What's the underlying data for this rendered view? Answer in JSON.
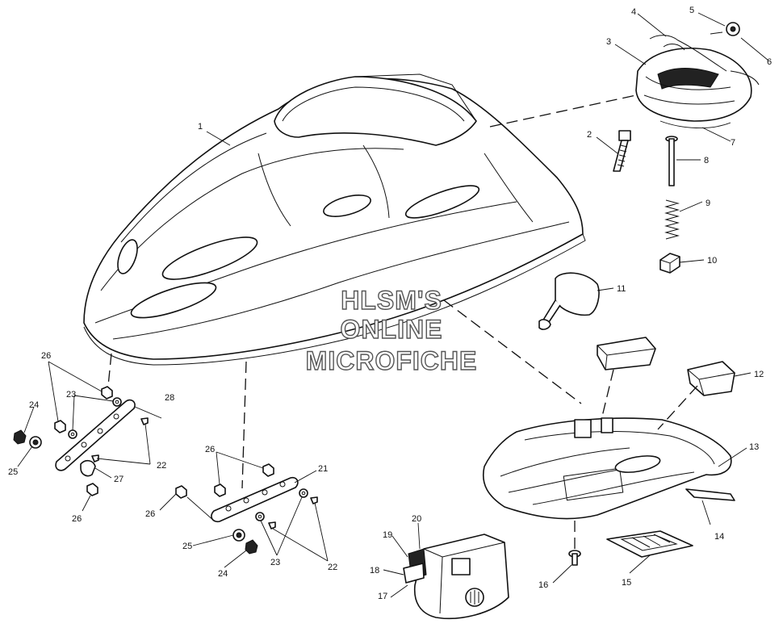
{
  "watermark": {
    "line1": "HLSM'S",
    "line2": "ONLINE",
    "line3": "MICROFICHE"
  },
  "callouts": [
    "1",
    "2",
    "3",
    "4",
    "5",
    "6",
    "7",
    "8",
    "9",
    "10",
    "11",
    "12",
    "13",
    "14",
    "15",
    "16",
    "17",
    "18",
    "19",
    "20",
    "21",
    "22",
    "22",
    "23",
    "23",
    "24",
    "24",
    "25",
    "25",
    "26",
    "26",
    "26",
    "26",
    "27",
    "28"
  ]
}
